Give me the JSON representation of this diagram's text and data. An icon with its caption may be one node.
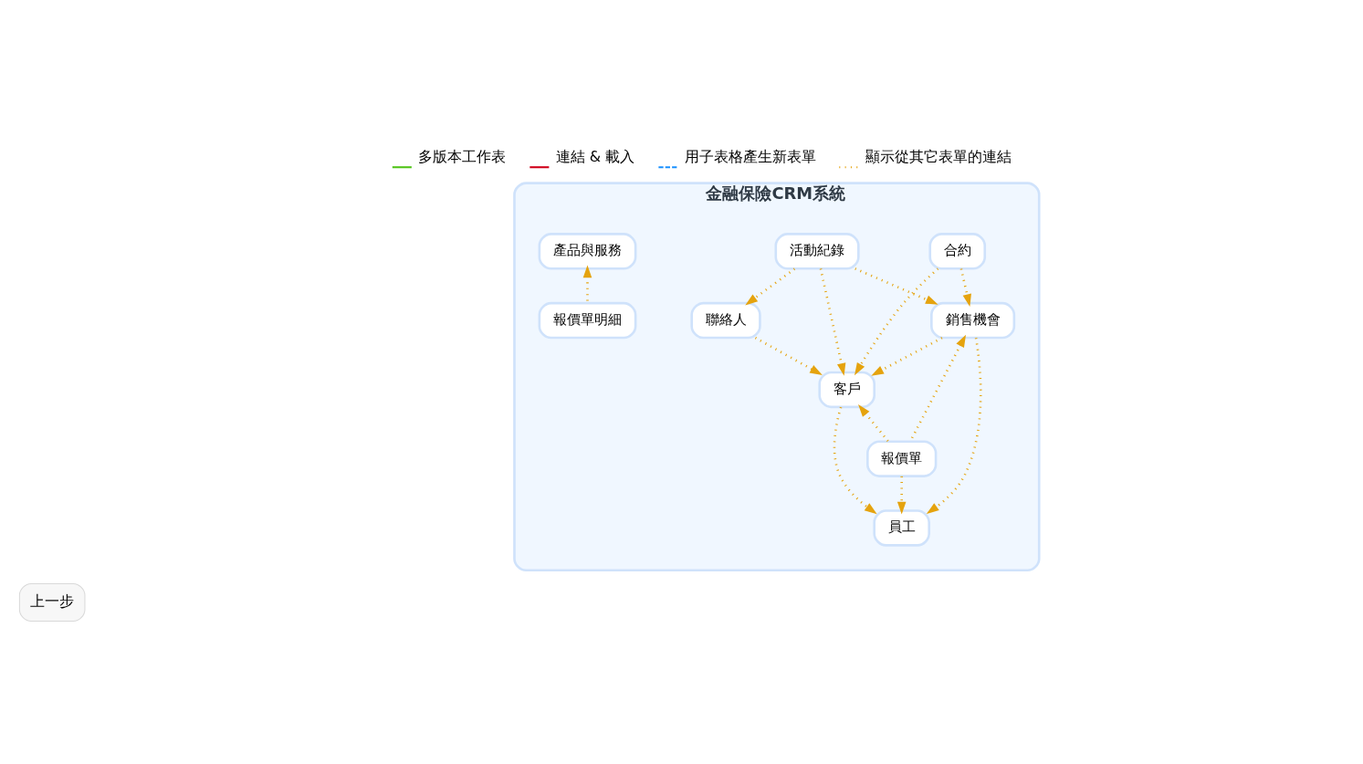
{
  "diagram": {
    "nodes": [
      {
        "text": [
          "金融保險CRM系統"
        ]
      },
      {
        "text": [
          "產品與服務"
        ],
        "in": 0
      },
      {
        "text": [
          "合約"
        ],
        "in": 0
      },
      {
        "text": [
          "活動紀錄"
        ],
        "in": 0
      },
      {
        "text": [
          "報價單明細"
        ],
        "in": 0
      },
      {
        "text": [
          "銷售機會"
        ],
        "in": 0
      },
      {
        "text": [
          "客戶"
        ],
        "in": 0
      },
      {
        "text": [
          "聯絡人"
        ],
        "in": 0
      },
      {
        "text": [
          "報價單"
        ],
        "in": 0
      },
      {
        "text": [
          "員工"
        ],
        "in": 0
      }
    ],
    "edges": [
      {
        "from": 4,
        "to": 1,
        "arrow": "to"
      },
      {
        "from": 2,
        "to": 5,
        "arrow": "to"
      },
      {
        "from": 2,
        "to": 6,
        "arrow": "to"
      },
      {
        "from": 3,
        "to": 5,
        "arrow": "to"
      },
      {
        "from": 3,
        "to": 6,
        "arrow": "to"
      },
      {
        "from": 3,
        "to": 7,
        "arrow": "to"
      },
      {
        "from": 5,
        "to": 6,
        "arrow": "to"
      },
      {
        "from": 5,
        "to": 9,
        "arrow": "to"
      },
      {
        "from": 8,
        "to": 5,
        "arrow": "to"
      },
      {
        "from": 8,
        "to": 6,
        "arrow": "to"
      },
      {
        "from": 8,
        "to": 9,
        "arrow": "to"
      },
      {
        "from": 6,
        "to": 9,
        "arrow": "to"
      },
      {
        "from": 7,
        "to": 6,
        "arrow": "to"
      }
    ],
    "labels": [
      "上一步"
    ],
    "legend": [
      {
        "text": "多版本工作表"
      },
      {
        "text": "連結 & 載入"
      },
      {
        "text": "用子表格產生新表單"
      },
      {
        "text": "顯示從其它表單的連結"
      }
    ]
  }
}
